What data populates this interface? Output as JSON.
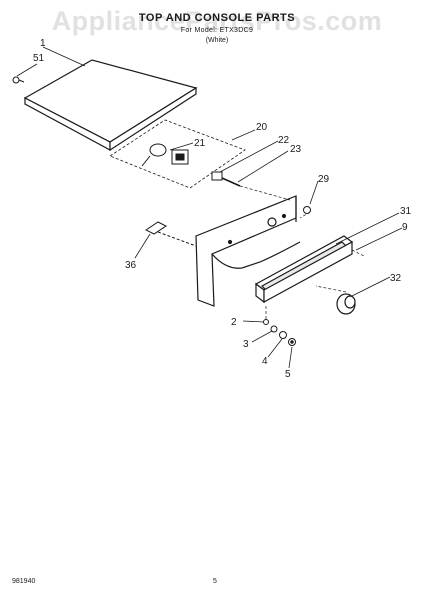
{
  "header": {
    "title": "TOP AND CONSOLE PARTS",
    "subtitle": "For Model: ETX3DC9",
    "color": "(White)",
    "watermark": "AppliancePartsPros.com"
  },
  "footer": {
    "doc_number": "981940",
    "page_number": "5"
  },
  "callouts": [
    "1",
    "51",
    "20",
    "21",
    "22",
    "23",
    "29",
    "31",
    "9",
    "36",
    "32",
    "2",
    "3",
    "4",
    "5"
  ]
}
